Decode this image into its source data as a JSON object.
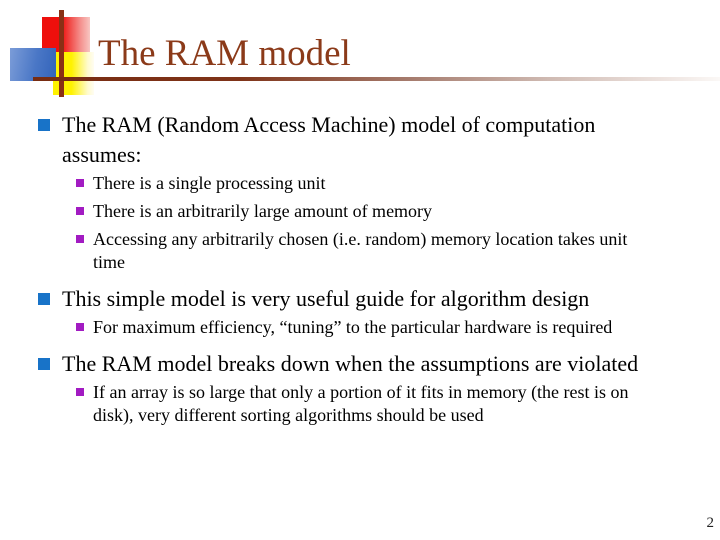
{
  "slide_title": "The RAM model",
  "page_number": "2",
  "colors": {
    "title_text": "#8b3a19",
    "rule_start": "#772c12",
    "level1_bullet": "#1873c8",
    "level2_bullet": "#a21bc2",
    "decor_red": "#ee0f0c",
    "decor_blue": "#3263ba",
    "decor_yellow": "#fff200",
    "decor_line": "#8a3015",
    "body_text": "#000000",
    "page_number_text": "#222222"
  },
  "sections": [
    {
      "heading": "The RAM (Random Access Machine) model of computation assumes:",
      "subitems": [
        "There is a single processing unit",
        "There is an arbitrarily large amount of memory",
        "Accessing any arbitrarily chosen (i.e. random) memory location takes unit time"
      ]
    },
    {
      "heading": "This simple model is very useful guide for algorithm design",
      "subitems": [
        "For maximum efficiency, “tuning” to the particular hardware is required"
      ]
    },
    {
      "heading": "The RAM model breaks down when the assumptions are violated",
      "subitems": [
        "If an array is so large that only a portion of it fits in memory (the rest is on disk), very different sorting algorithms should be used"
      ]
    }
  ]
}
